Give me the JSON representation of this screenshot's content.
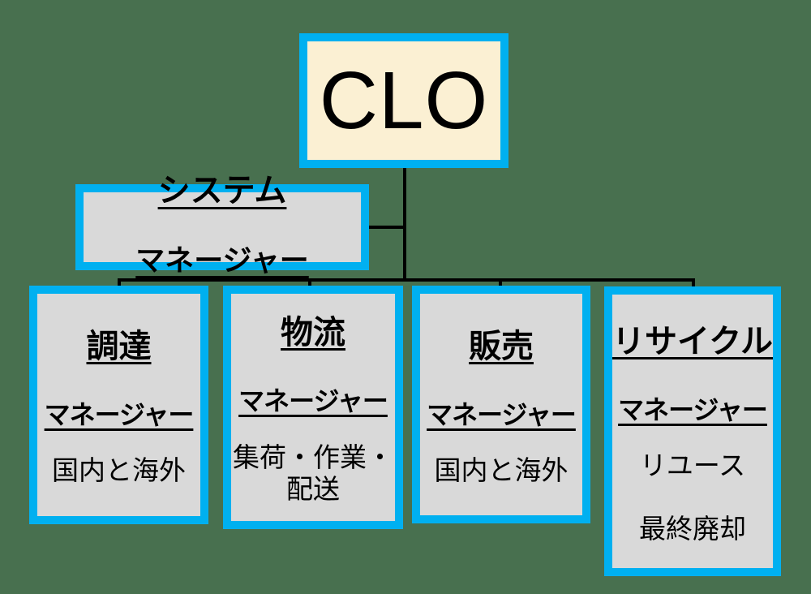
{
  "colors": {
    "background": "#48704F",
    "box_border": "#00B0F0",
    "department_fill": "#D9D9D9",
    "root_fill": "#FBF0D3",
    "connector": "#000000",
    "text": "#000000"
  },
  "org_chart": {
    "root": {
      "label": "CLO"
    },
    "assistant": {
      "title": "システム",
      "role": "マネージャー"
    },
    "departments": [
      {
        "title": "調達",
        "role": "マネージャー",
        "details": [
          "国内と海外"
        ]
      },
      {
        "title": "物流",
        "role": "マネージャー",
        "details": [
          "集荷・作業・配送"
        ]
      },
      {
        "title": "販売",
        "role": "マネージャー",
        "details": [
          "国内と海外"
        ]
      },
      {
        "title": "リサイクル",
        "role": "マネージャー",
        "details": [
          "リユース",
          "最終廃却"
        ]
      }
    ]
  }
}
